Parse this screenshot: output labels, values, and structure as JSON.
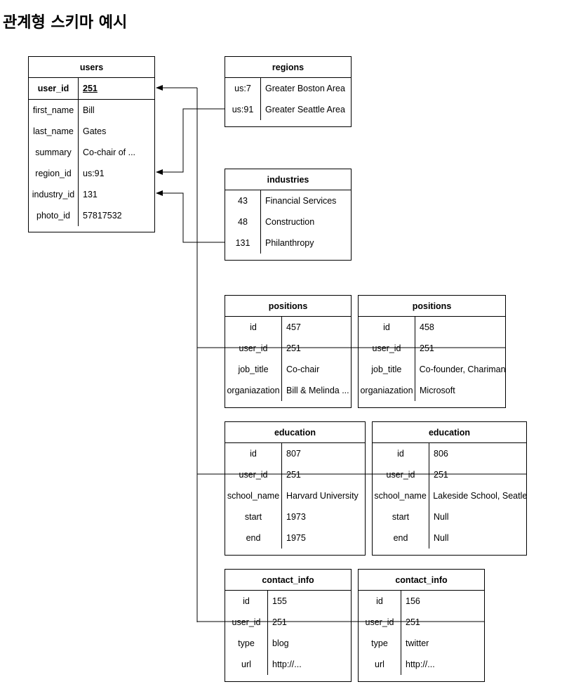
{
  "page": {
    "title": "관계형 스키마 예시"
  },
  "tables": {
    "users": {
      "name": "users",
      "rows": [
        {
          "key": "user_id",
          "value": "251"
        },
        {
          "key": "first_name",
          "value": "Bill"
        },
        {
          "key": "last_name",
          "value": "Gates"
        },
        {
          "key": "summary",
          "value": "Co-chair of ..."
        },
        {
          "key": "region_id",
          "value": "us:91"
        },
        {
          "key": "industry_id",
          "value": "131"
        },
        {
          "key": "photo_id",
          "value": "57817532"
        }
      ]
    },
    "regions": {
      "name": "regions",
      "rows": [
        {
          "key": "us:7",
          "value": "Greater Boston Area"
        },
        {
          "key": "us:91",
          "value": "Greater Seattle Area"
        }
      ]
    },
    "industries": {
      "name": "industries",
      "rows": [
        {
          "key": "43",
          "value": "Financial Services"
        },
        {
          "key": "48",
          "value": "Construction"
        },
        {
          "key": "131",
          "value": "Philanthropy"
        }
      ]
    },
    "positions_1": {
      "name": "positions",
      "rows": [
        {
          "key": "id",
          "value": "457"
        },
        {
          "key": "user_id",
          "value": "251"
        },
        {
          "key": "job_title",
          "value": "Co-chair"
        },
        {
          "key": "organiazation",
          "value": "Bill & Melinda ..."
        }
      ]
    },
    "positions_2": {
      "name": "positions",
      "rows": [
        {
          "key": "id",
          "value": "458"
        },
        {
          "key": "user_id",
          "value": "251"
        },
        {
          "key": "job_title",
          "value": "Co-founder, Chariman"
        },
        {
          "key": "organiazation",
          "value": "Microsoft"
        }
      ]
    },
    "education_1": {
      "name": "education",
      "rows": [
        {
          "key": "id",
          "value": "807"
        },
        {
          "key": "user_id",
          "value": "251"
        },
        {
          "key": "school_name",
          "value": "Harvard University"
        },
        {
          "key": "start",
          "value": "1973"
        },
        {
          "key": "end",
          "value": "1975"
        }
      ]
    },
    "education_2": {
      "name": "education",
      "rows": [
        {
          "key": "id",
          "value": "806"
        },
        {
          "key": "user_id",
          "value": "251"
        },
        {
          "key": "school_name",
          "value": "Lakeside School, Seatle"
        },
        {
          "key": "start",
          "value": "Null"
        },
        {
          "key": "end",
          "value": "Null"
        }
      ]
    },
    "contact_info_1": {
      "name": "contact_info",
      "rows": [
        {
          "key": "id",
          "value": "155"
        },
        {
          "key": "user_id",
          "value": "251"
        },
        {
          "key": "type",
          "value": "blog"
        },
        {
          "key": "url",
          "value": "http://..."
        }
      ]
    },
    "contact_info_2": {
      "name": "contact_info",
      "rows": [
        {
          "key": "id",
          "value": "156"
        },
        {
          "key": "user_id",
          "value": "251"
        },
        {
          "key": "type",
          "value": "twitter"
        },
        {
          "key": "url",
          "value": "http://..."
        }
      ]
    }
  }
}
